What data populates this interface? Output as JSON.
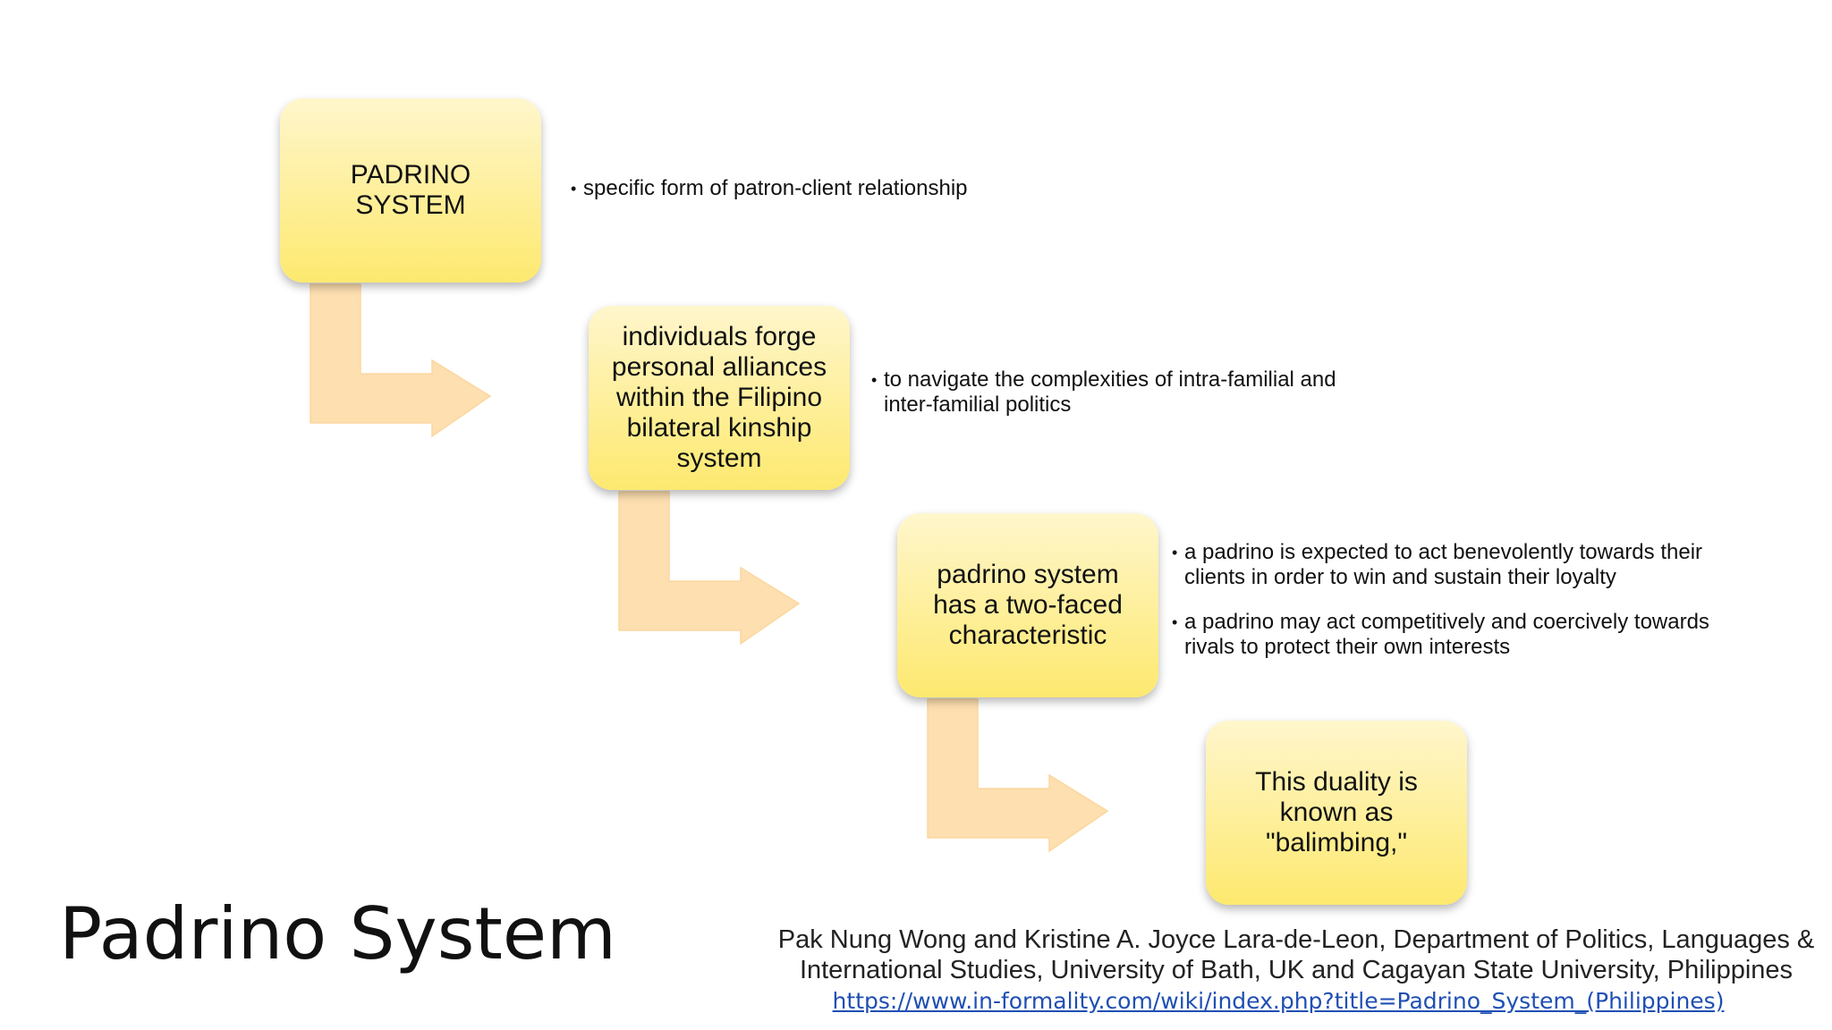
{
  "flow": {
    "boxes": [
      "PADRINO SYSTEM",
      "individuals forge personal alliances within the Filipino bilateral kinship system",
      "padrino system has a two-faced characteristic",
      "This duality is known as \"balimbing,\""
    ],
    "notes": {
      "box1": [
        "specific form of patron-client relationship"
      ],
      "box2": [
        "to navigate the complexities of intra-familial and inter-familial politics"
      ],
      "box3": [
        "a padrino is expected to act benevolently towards their clients in order to win and sustain their loyalty",
        "a padrino may act competitively and coercively towards rivals to protect their own interests"
      ]
    },
    "colors": {
      "box_top": "#fff6cc",
      "box_bottom": "#fde96f",
      "arrow": "#fddfb0"
    }
  },
  "title": "Padrino System",
  "citation": {
    "authors": "Pak Nung Wong and Kristine A. Joyce Lara-de-Leon, Department of Politics, Languages & International Studies, University of Bath, UK and Cagayan State University, Philippines",
    "url": "https://www.in-formality.com/wiki/index.php?title=Padrino_System_(Philippines)"
  }
}
